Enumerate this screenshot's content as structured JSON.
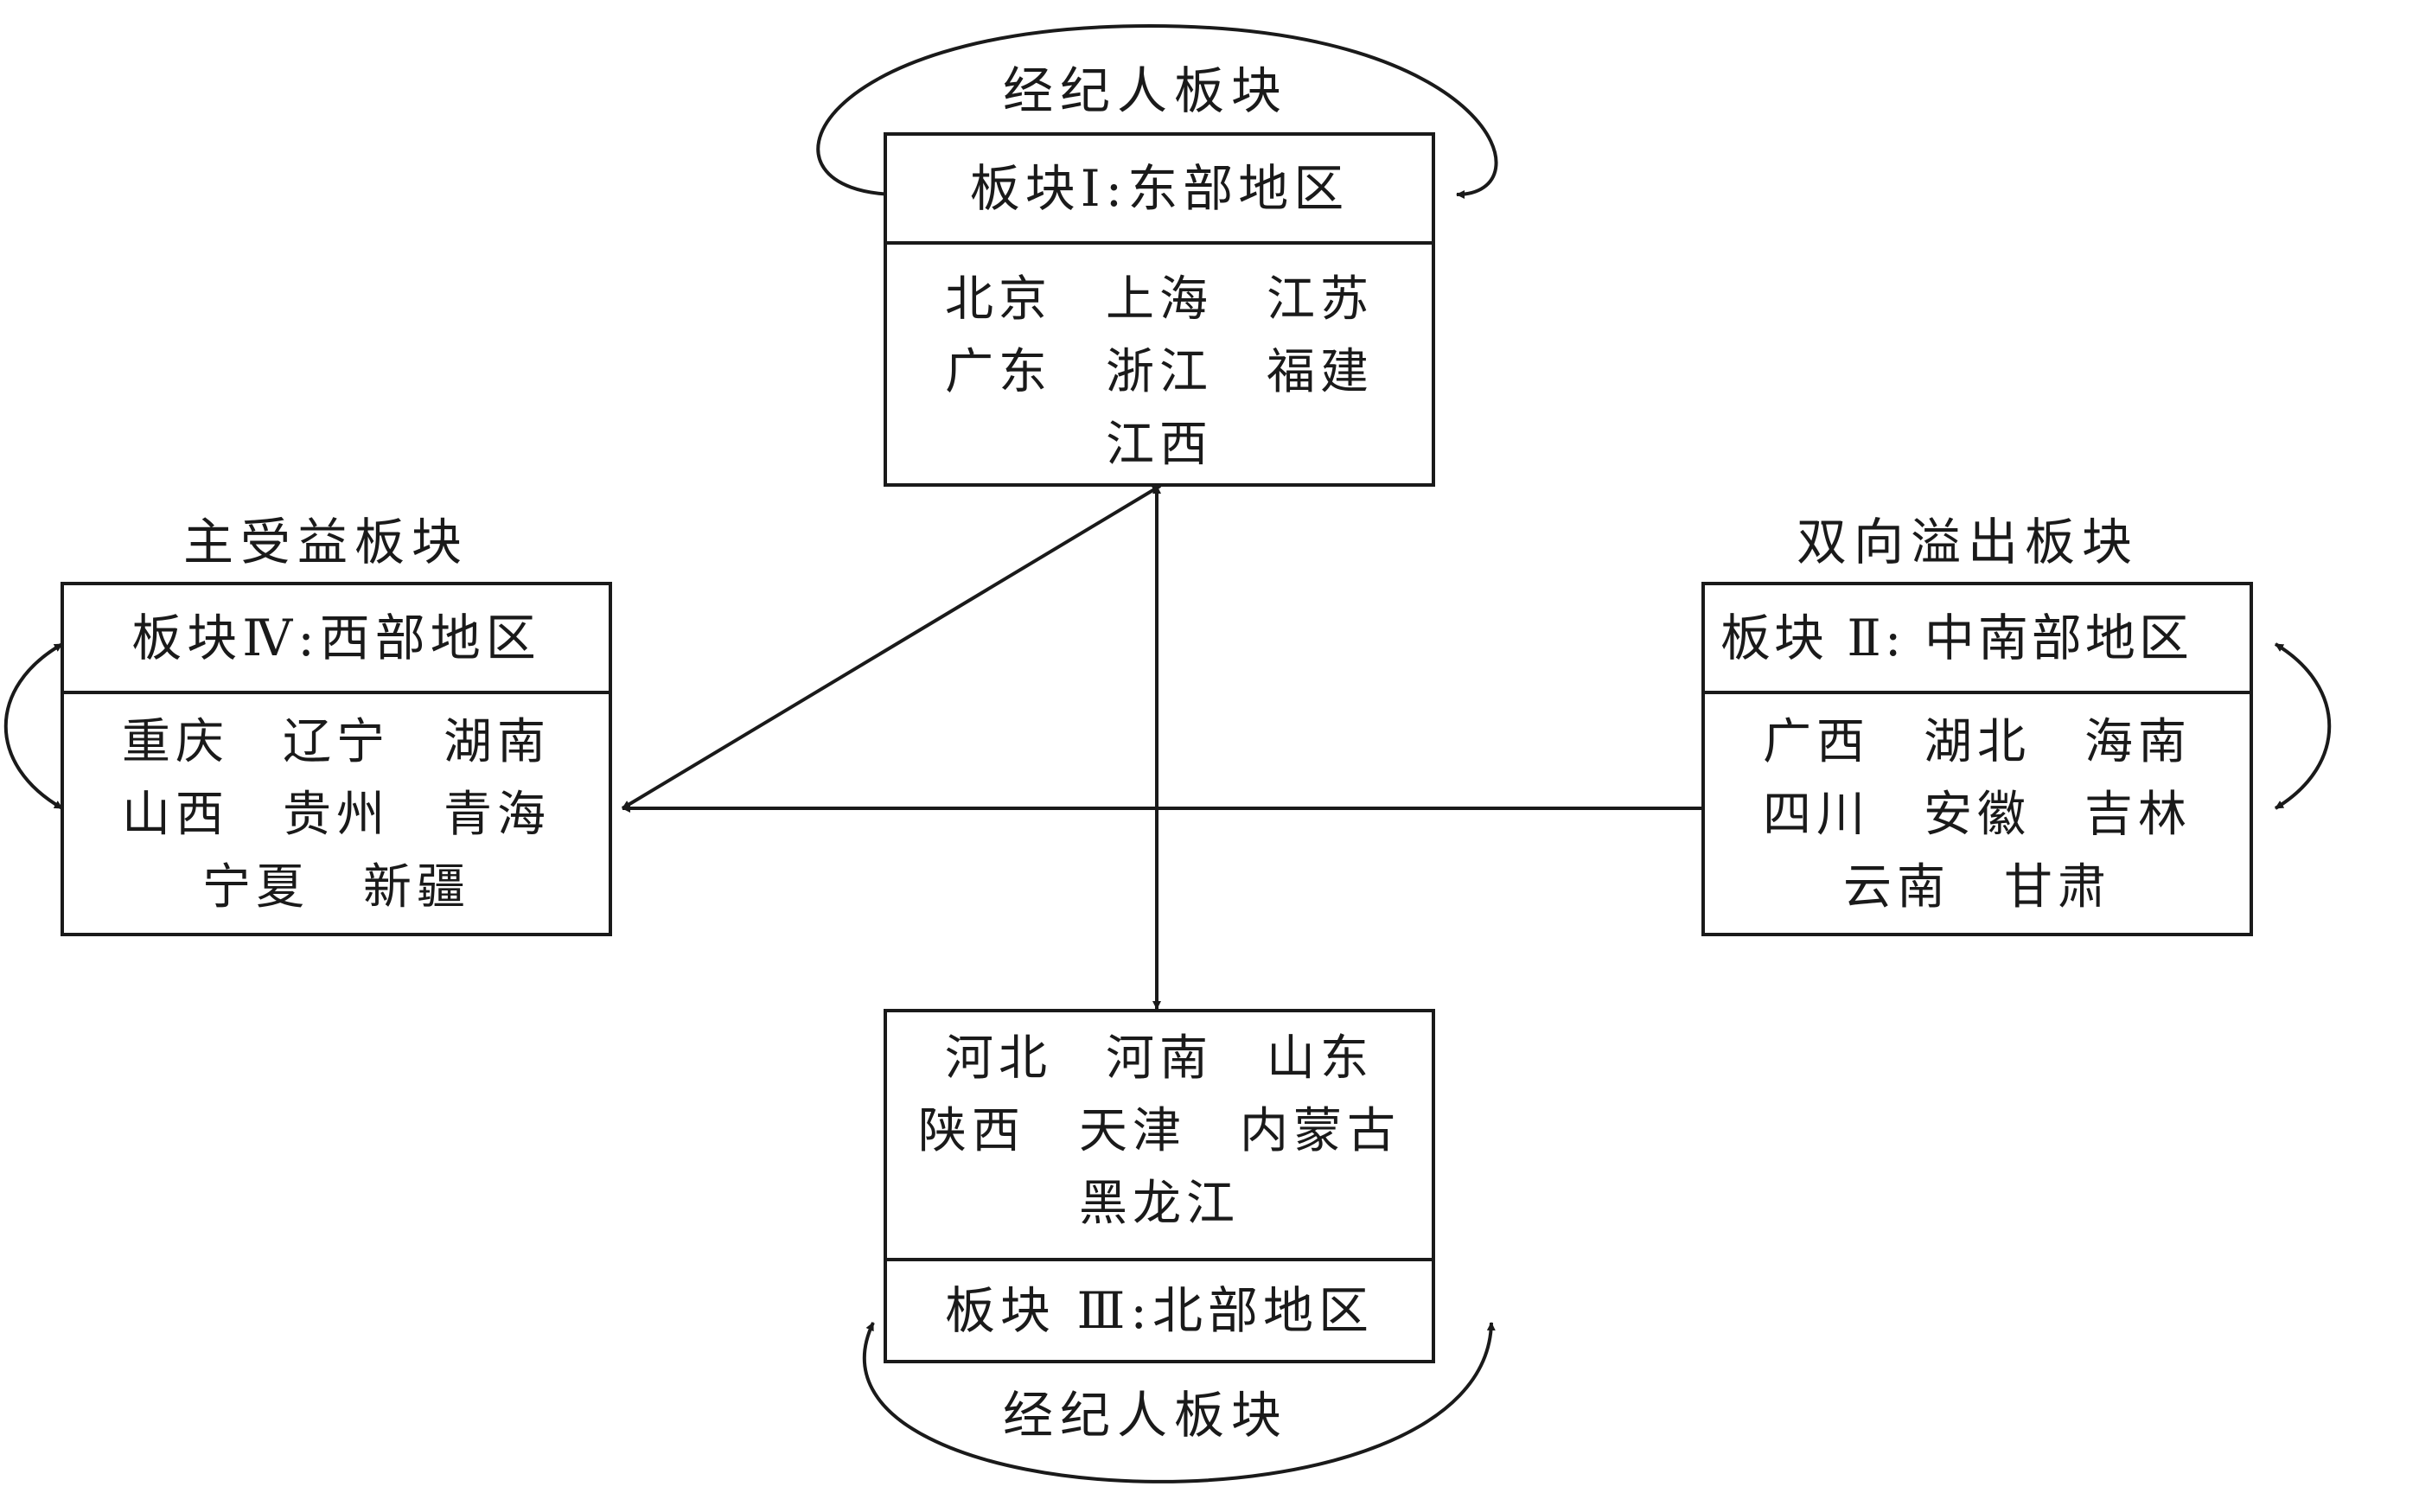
{
  "blocks": {
    "east": {
      "role": "经纪人板块",
      "title": "板块Ⅰ:东部地区",
      "rows": [
        "北京　上海　江苏",
        "广东　浙江　福建",
        "江西"
      ]
    },
    "west": {
      "role": "主受益板块",
      "title": "板块Ⅳ:西部地区",
      "rows": [
        "重庆　辽宁　湖南",
        "山西　贵州　青海",
        "宁夏　新疆"
      ]
    },
    "central_south": {
      "role": "双向溢出板块",
      "title": "板块 Ⅱ: 中南部地区",
      "rows": [
        "广西　湖北　海南",
        "四川　安徽　吉林",
        "云南　甘肃"
      ]
    },
    "north": {
      "role": "经纪人板块",
      "title": "板块 Ⅲ:北部地区",
      "rows": [
        "河北　河南　山东",
        "陕西　天津　内蒙古",
        "黑龙江"
      ]
    }
  }
}
